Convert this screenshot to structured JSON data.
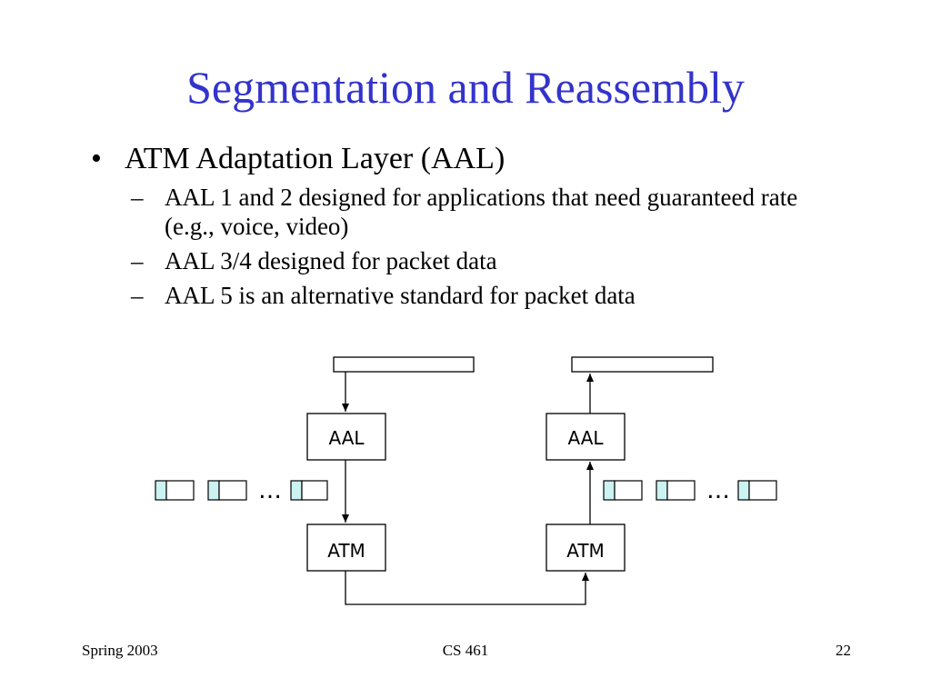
{
  "slide": {
    "title": "Segmentation and Reassembly",
    "bullet": {
      "marker": "•",
      "text": "ATM Adaptation Layer (AAL)",
      "sub_marker": "–",
      "subitems": [
        "AAL 1 and 2 designed for applications that need guaranteed rate (e.g., voice, video)",
        "AAL 3/4 designed for packet data",
        "AAL 5 is an alternative standard for packet data"
      ]
    }
  },
  "diagram": {
    "left": {
      "aal_label": "AAL",
      "atm_label": "ATM"
    },
    "right": {
      "aal_label": "AAL",
      "atm_label": "ATM"
    },
    "ellipsis": "…",
    "cell_header_color": "#ccf2f2",
    "line_color": "#000000"
  },
  "footer": {
    "left": "Spring 2003",
    "center": "CS 461",
    "right": "22"
  },
  "colors": {
    "title": "#3333cc",
    "background": "#ffffff",
    "text": "#000000"
  }
}
